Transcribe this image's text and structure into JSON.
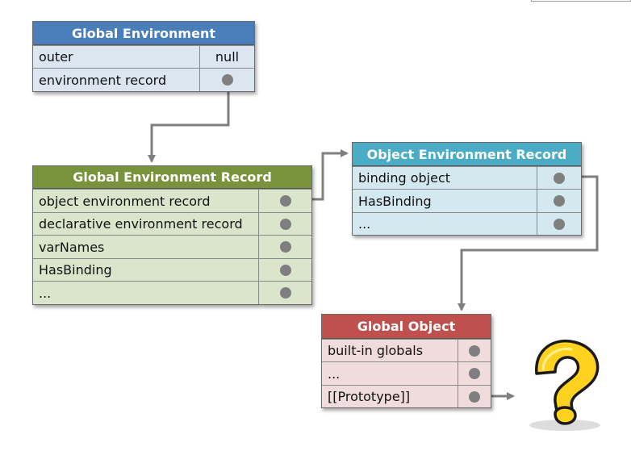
{
  "global_environment": {
    "title": "Global Environment",
    "rows": [
      {
        "label": "outer",
        "value": "null"
      },
      {
        "label": "environment record",
        "value": ""
      }
    ]
  },
  "global_environment_record": {
    "title": "Global Environment  Record",
    "rows": [
      {
        "label": "object environment  record"
      },
      {
        "label": "declarative  environment  record"
      },
      {
        "label": "varNames"
      },
      {
        "label": "HasBinding"
      },
      {
        "label": "..."
      }
    ]
  },
  "object_environment_record": {
    "title": "Object Environment  Record",
    "rows": [
      {
        "label": "binding object"
      },
      {
        "label": "HasBinding"
      },
      {
        "label": "..."
      }
    ]
  },
  "global_object": {
    "title": "Global Object",
    "rows": [
      {
        "label": "built-in globals"
      },
      {
        "label": "..."
      },
      {
        "label": "[[Prototype]]"
      }
    ]
  },
  "colors": {
    "blue_header": "#4a7ebb",
    "blue_row": "#dce6f1",
    "green_header": "#77933c",
    "green_row": "#dbe5cc",
    "teal_header": "#4bacc6",
    "teal_row": "#d4e8ef",
    "red_header": "#c0504d",
    "red_row": "#f0dcdb",
    "connector": "#7f7f7f",
    "question_mark": "#ffd21f"
  },
  "icons": {
    "unknown": "question-mark-icon"
  }
}
